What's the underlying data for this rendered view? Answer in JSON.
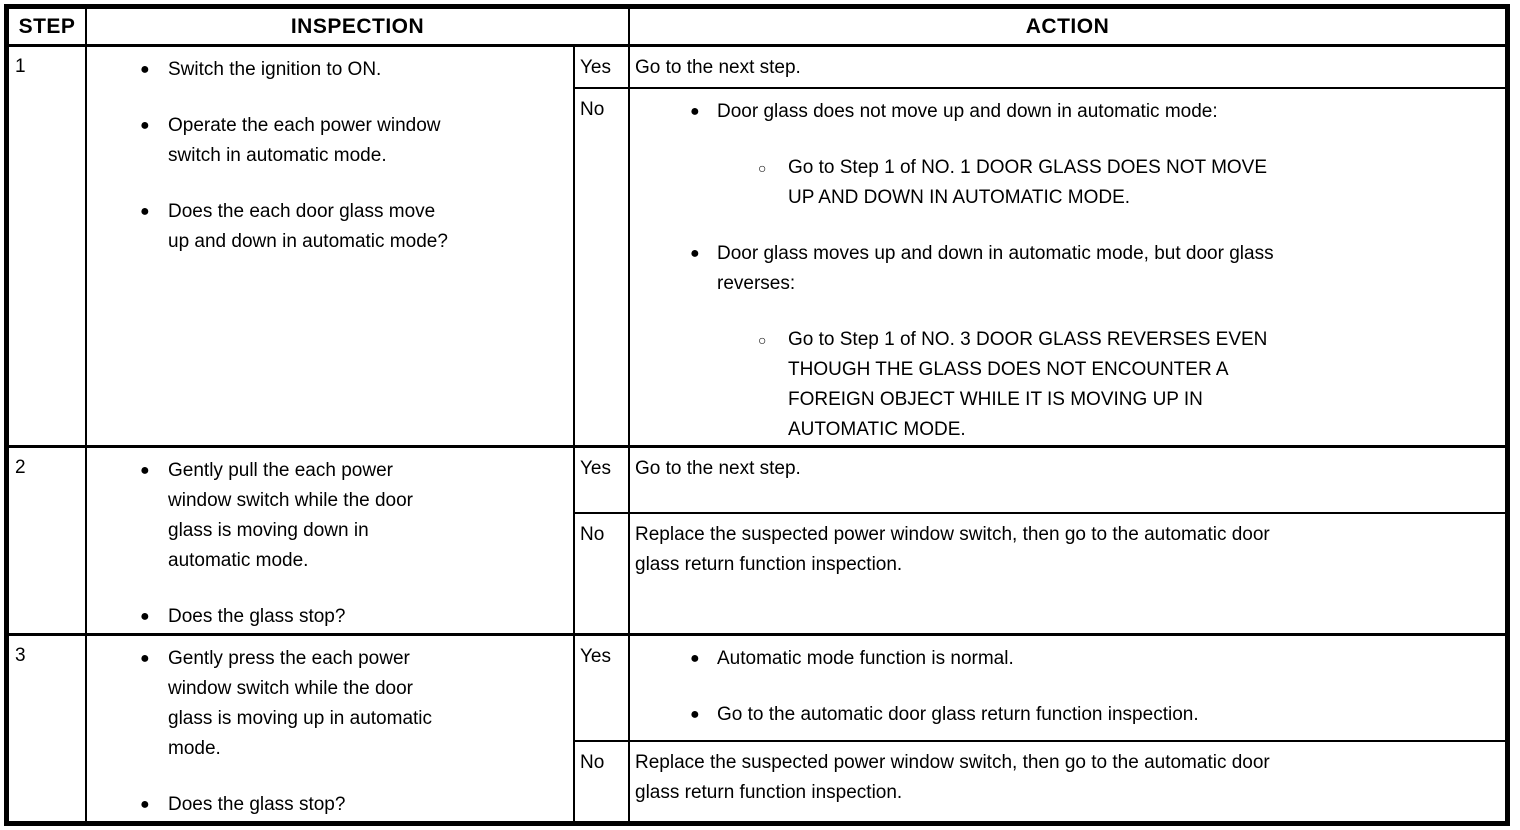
{
  "icons": {
    "bullet": "●",
    "sub_bullet": "○"
  },
  "table": {
    "headers": {
      "step": "STEP",
      "inspection": "INSPECTION",
      "action": "ACTION"
    },
    "yes_label": "Yes",
    "no_label": "No",
    "rows": [
      {
        "step": "1",
        "inspection": [
          "Switch the ignition to ON.",
          "Operate the each power window\nswitch in automatic mode.",
          "Does the each door glass move\nup and down in automatic mode?"
        ],
        "yes": {
          "text": "Go to the next step."
        },
        "no": {
          "items": [
            {
              "text": "Door glass does not move up and down in automatic mode:",
              "sub": "Go to Step 1 of NO. 1 DOOR GLASS DOES NOT MOVE\nUP AND DOWN IN AUTOMATIC MODE."
            },
            {
              "text": "Door glass moves up and down in automatic mode, but door glass\nreverses:",
              "sub": "Go to Step 1 of NO. 3 DOOR GLASS REVERSES EVEN\nTHOUGH THE GLASS DOES NOT ENCOUNTER A\nFOREIGN OBJECT WHILE IT IS MOVING UP IN\nAUTOMATIC MODE."
            }
          ]
        }
      },
      {
        "step": "2",
        "inspection": [
          "Gently pull the each power\nwindow switch while the door\nglass is moving down in\nautomatic mode.",
          "Does the glass stop?"
        ],
        "yes": {
          "text": "Go to the next step."
        },
        "no": {
          "text": "Replace the suspected power window switch, then go to the automatic door\nglass return function inspection."
        }
      },
      {
        "step": "3",
        "inspection": [
          "Gently press the each power\nwindow switch while the door\nglass is moving up in automatic\nmode.",
          "Does the glass stop?"
        ],
        "yes": {
          "items": [
            {
              "text": "Automatic mode function is normal."
            },
            {
              "text": "Go to the automatic door glass return function inspection."
            }
          ]
        },
        "no": {
          "text": "Replace the suspected power window switch, then go to the automatic door\nglass return function inspection."
        }
      }
    ]
  }
}
